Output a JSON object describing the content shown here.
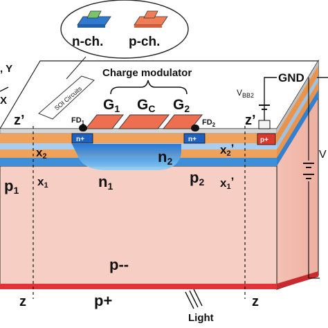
{
  "inset": {
    "nch_label": "n-ch.",
    "pch_label": "p-ch."
  },
  "axes": {
    "xy_label": ", Y",
    "x_label": "X"
  },
  "soi_label": "SOI Circuits",
  "modulator_title": "Charge modulator",
  "gates": {
    "g1": "G",
    "g1_sub": "1",
    "gc": "G",
    "gc_sub": "C",
    "g2": "G",
    "g2_sub": "2"
  },
  "fd": {
    "fd1": "FD",
    "fd1_sub": "1",
    "fd2": "FD",
    "fd2_sub": "2"
  },
  "bias": {
    "gnd": "GND",
    "vbb2": "V",
    "vbb2_sub": "BB2",
    "vr": "V"
  },
  "implants": {
    "n_plus_left": "n+",
    "n_plus_right": "n+",
    "p_plus_contact": "p+"
  },
  "regions": {
    "z_prime_left": "z’",
    "z_prime_right": "z’",
    "x2_left": "x",
    "x2_left_sub": "2",
    "x2_right": "x",
    "x2_right_sub": "2",
    "x2_right_prime": "’",
    "p1": "p",
    "p1_sub": "1",
    "x1_left": "x",
    "x1_left_sub": "1",
    "n1": "n",
    "n1_sub": "1",
    "n2": "n",
    "n2_sub": "2",
    "p2": "p",
    "p2_sub": "2",
    "x1_right": "x",
    "x1_right_sub": "1",
    "x1_right_prime": "’",
    "p_minus": "p--",
    "p_plus_bottom": "p+",
    "z_left": "z",
    "z_right": "z",
    "light": "Light"
  },
  "colors": {
    "substrate": "#f6cec4",
    "substrate_side": "#f2b7aa",
    "orange_layer": "#f0a25a",
    "blue_layer": "#3f8fd8",
    "box_layer": "#a8cdee",
    "gate": "#ee6f4f",
    "n_plus": "#1f5fbf",
    "p_plus": "#d93a2e",
    "bottom_plate": "#e0343a",
    "inset_green": "#77c46b",
    "inset_blue": "#2f7ad1",
    "inset_orange": "#f07d55"
  }
}
